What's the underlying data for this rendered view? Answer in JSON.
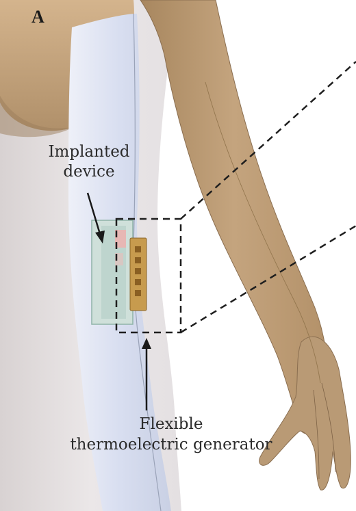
{
  "figure": {
    "panel_letter": "A",
    "labels": {
      "implanted_line1": "Implanted",
      "implanted_line2": "device",
      "teg_line1": "Flexible",
      "teg_line2": "thermoelectric generator"
    },
    "colors": {
      "skin": "#b99a75",
      "skin_outline": "#8a6e50",
      "torso": "#e6e2e3",
      "tissue_strip": "#dfe3f2",
      "device_glass": "#c9ddd6",
      "device_pink": "#e7b7b4",
      "teg_gold": "#c79b4e",
      "dashed_line": "#1e1e1e"
    }
  }
}
